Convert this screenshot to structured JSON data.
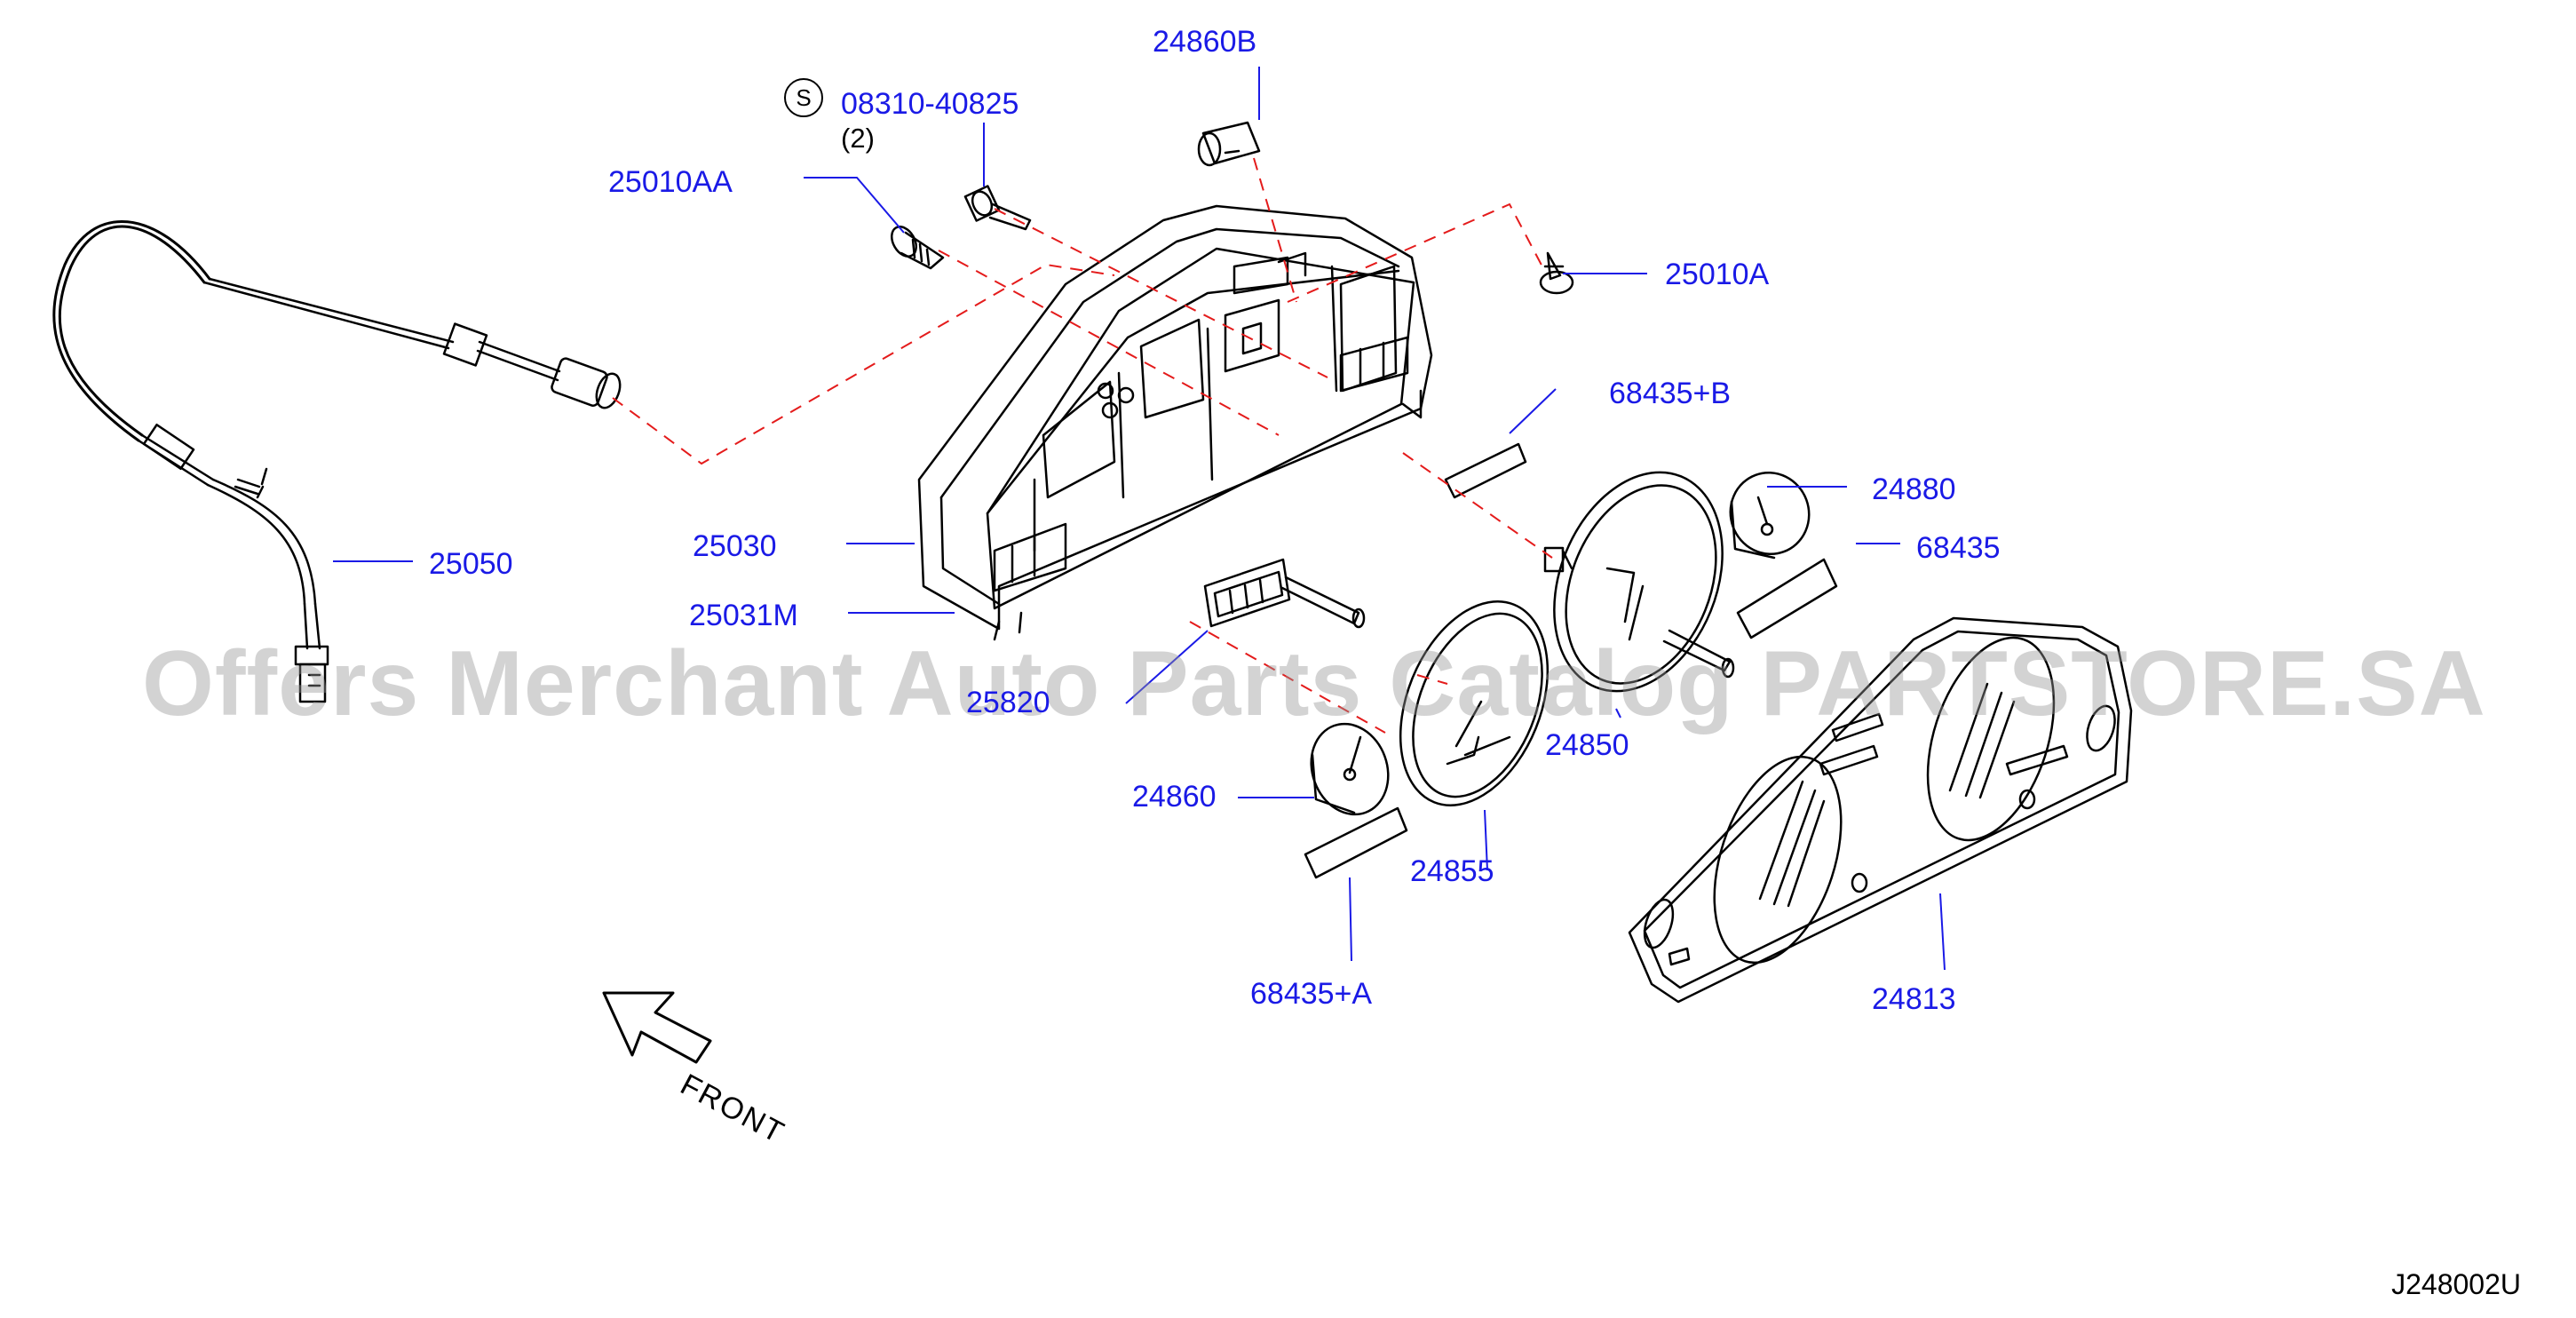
{
  "labels": {
    "p24860B": "24860B",
    "p08310": "08310-40825",
    "qty": "(2)",
    "s_mark": "S",
    "p25010AA": "25010AA",
    "p25010A": "25010A",
    "p68435B": "68435+B",
    "p24880": "24880",
    "p68435": "68435",
    "p25050": "25050",
    "p25030": "25030",
    "p25031M": "25031M",
    "p25820": "25820",
    "p24850": "24850",
    "p24860": "24860",
    "p24855": "24855",
    "p68435A": "68435+A",
    "p24813": "24813"
  },
  "front_label": "FRONT",
  "diagram_code": "J248002U",
  "watermark": "Offers Merchant Auto Parts Catalog PARTSTORE.SA",
  "colors": {
    "label": "#1a1ae6",
    "line": "#000000",
    "dashed": "#e41b1b",
    "watermark": "#969696"
  }
}
